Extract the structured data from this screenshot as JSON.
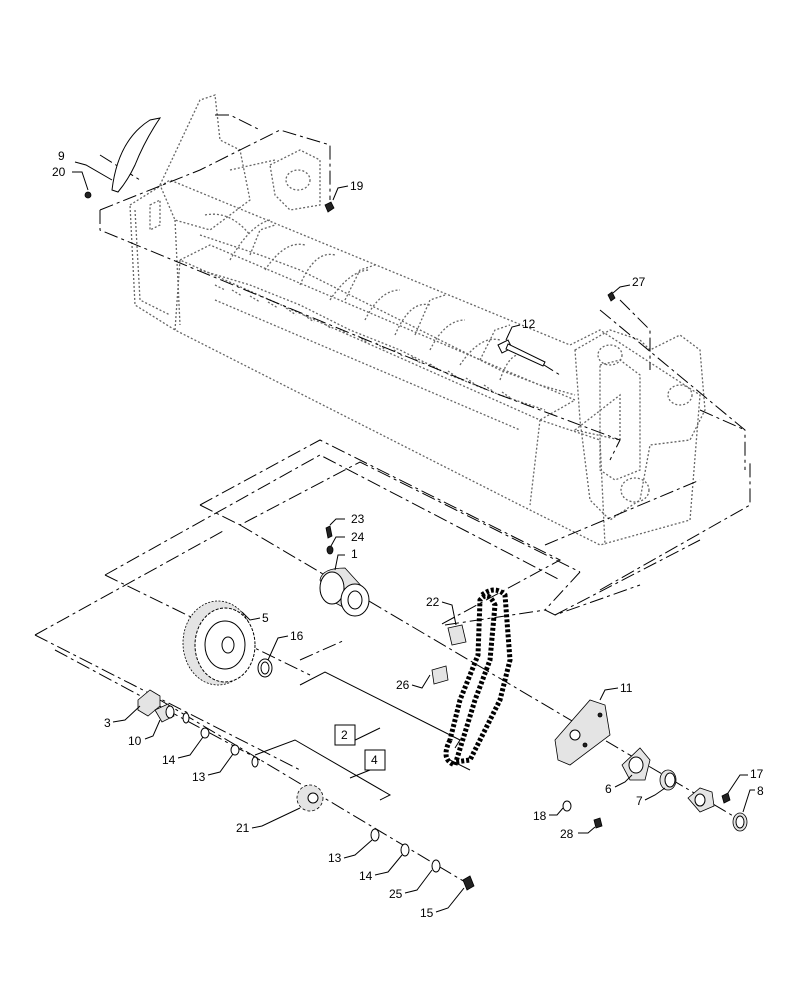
{
  "callouts": [
    {
      "id": "c1",
      "text": "1"
    },
    {
      "id": "c2",
      "text": "2"
    },
    {
      "id": "c3",
      "text": "3"
    },
    {
      "id": "c4",
      "text": "4"
    },
    {
      "id": "c5",
      "text": "5"
    },
    {
      "id": "c6",
      "text": "6"
    },
    {
      "id": "c7",
      "text": "7"
    },
    {
      "id": "c8",
      "text": "8"
    },
    {
      "id": "c9",
      "text": "9"
    },
    {
      "id": "c10",
      "text": "10"
    },
    {
      "id": "c11",
      "text": "11"
    },
    {
      "id": "c12",
      "text": "12"
    },
    {
      "id": "c13a",
      "text": "13"
    },
    {
      "id": "c13b",
      "text": "13"
    },
    {
      "id": "c14a",
      "text": "14"
    },
    {
      "id": "c14b",
      "text": "14"
    },
    {
      "id": "c15",
      "text": "15"
    },
    {
      "id": "c16",
      "text": "16"
    },
    {
      "id": "c17",
      "text": "17"
    },
    {
      "id": "c18",
      "text": "18"
    },
    {
      "id": "c19",
      "text": "19"
    },
    {
      "id": "c20",
      "text": "20"
    },
    {
      "id": "c21",
      "text": "21"
    },
    {
      "id": "c22",
      "text": "22"
    },
    {
      "id": "c23",
      "text": "23"
    },
    {
      "id": "c24",
      "text": "24"
    },
    {
      "id": "c25",
      "text": "25"
    },
    {
      "id": "c26",
      "text": "26"
    },
    {
      "id": "c27",
      "text": "27"
    },
    {
      "id": "c28",
      "text": "28"
    }
  ]
}
